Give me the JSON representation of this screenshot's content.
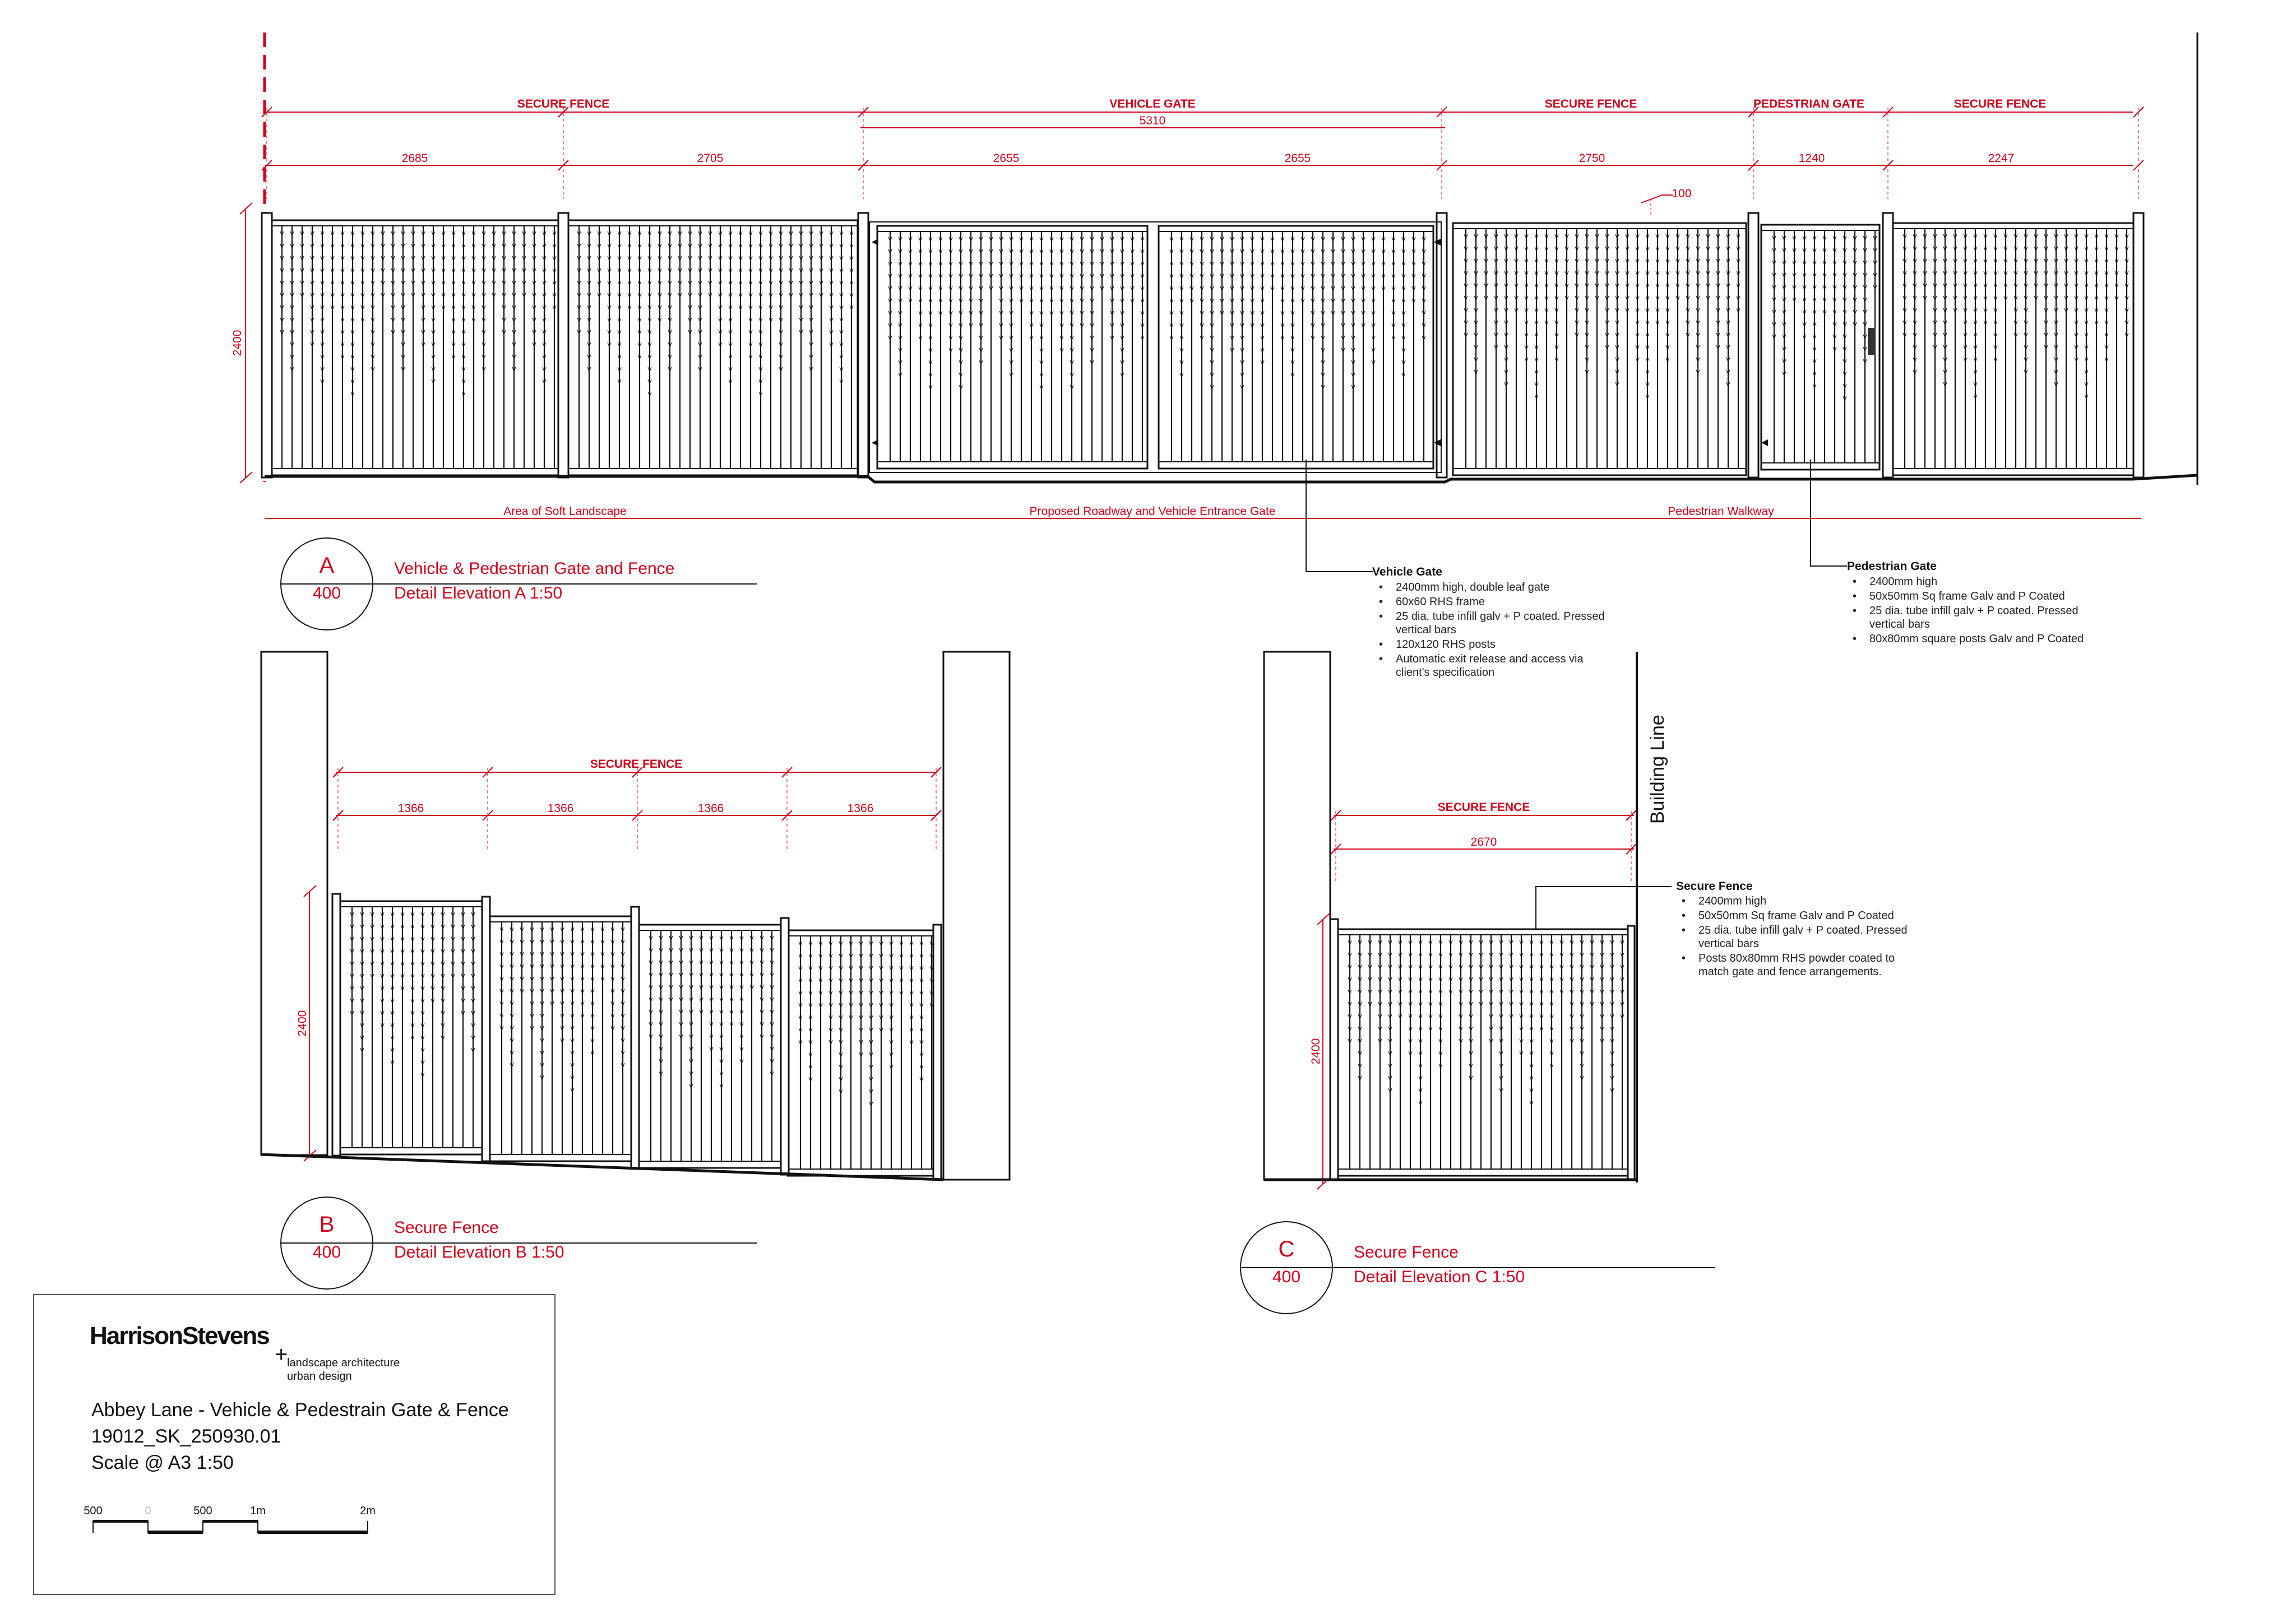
{
  "elevation_a": {
    "segments": [
      "SECURE FENCE",
      "VEHICLE GATE",
      "SECURE FENCE",
      "PEDESTRIAN GATE",
      "SECURE FENCE"
    ],
    "overall_gate": "5310",
    "panels": [
      "2685",
      "2705",
      "2655",
      "2655",
      "2750",
      "1240",
      "2247"
    ],
    "bar_spacing": "100",
    "height": "2400",
    "zones": [
      "Area of Soft Landscape",
      "Proposed Roadway and Vehicle Entrance Gate",
      "Pedestrian Walkway"
    ],
    "ref_letter": "A",
    "ref_number": "400",
    "title": "Vehicle & Pedestrian Gate and Fence",
    "subtitle": "Detail Elevation A 1:50"
  },
  "notes": {
    "vehicle_gate": {
      "heading": "Vehicle Gate",
      "items": [
        "2400mm high, double leaf gate",
        "60x60 RHS frame",
        "25 dia. tube infill galv + P coated. Pressed",
        "vertical bars",
        "120x120 RHS posts",
        "Automatic exit release and access via",
        "client's specification"
      ]
    },
    "pedestrian_gate": {
      "heading": "Pedestrian Gate",
      "items": [
        "2400mm high",
        "50x50mm Sq frame Galv and P Coated",
        "25 dia. tube infill galv + P coated. Pressed",
        "vertical bars",
        "80x80mm square posts Galv and P Coated"
      ]
    },
    "secure_fence": {
      "heading": "Secure Fence",
      "items": [
        "2400mm high",
        "50x50mm Sq frame Galv and P Coated",
        "25 dia. tube infill galv + P coated. Pressed",
        "vertical bars",
        "Posts 80x80mm RHS powder coated to",
        "match gate and fence arrangements."
      ]
    }
  },
  "elevation_b": {
    "segment": "SECURE FENCE",
    "panels": [
      "1366",
      "1366",
      "1366",
      "1366"
    ],
    "height": "2400",
    "ref_letter": "B",
    "ref_number": "400",
    "title": "Secure Fence",
    "subtitle": "Detail Elevation B 1:50"
  },
  "elevation_c": {
    "segment": "SECURE FENCE",
    "panel": "2670",
    "height": "2400",
    "building_line": "Building Line",
    "ref_letter": "C",
    "ref_number": "400",
    "title": "Secure Fence",
    "subtitle": "Detail Elevation C 1:50"
  },
  "title_block": {
    "brand": "HarrisonStevens",
    "brand_plus": "+",
    "brand_sub_1": "landscape architecture",
    "brand_sub_2": "urban design",
    "project": "Abbey Lane - Vehicle & Pedestrain Gate & Fence",
    "drawing_no": "19012_SK_250930.01",
    "scale": "Scale @ A3 1:50",
    "scale_bar": [
      "500",
      "0",
      "500",
      "1m",
      "2m"
    ]
  },
  "colors": {
    "annotation": "#d0021b",
    "linework": "#111111"
  }
}
